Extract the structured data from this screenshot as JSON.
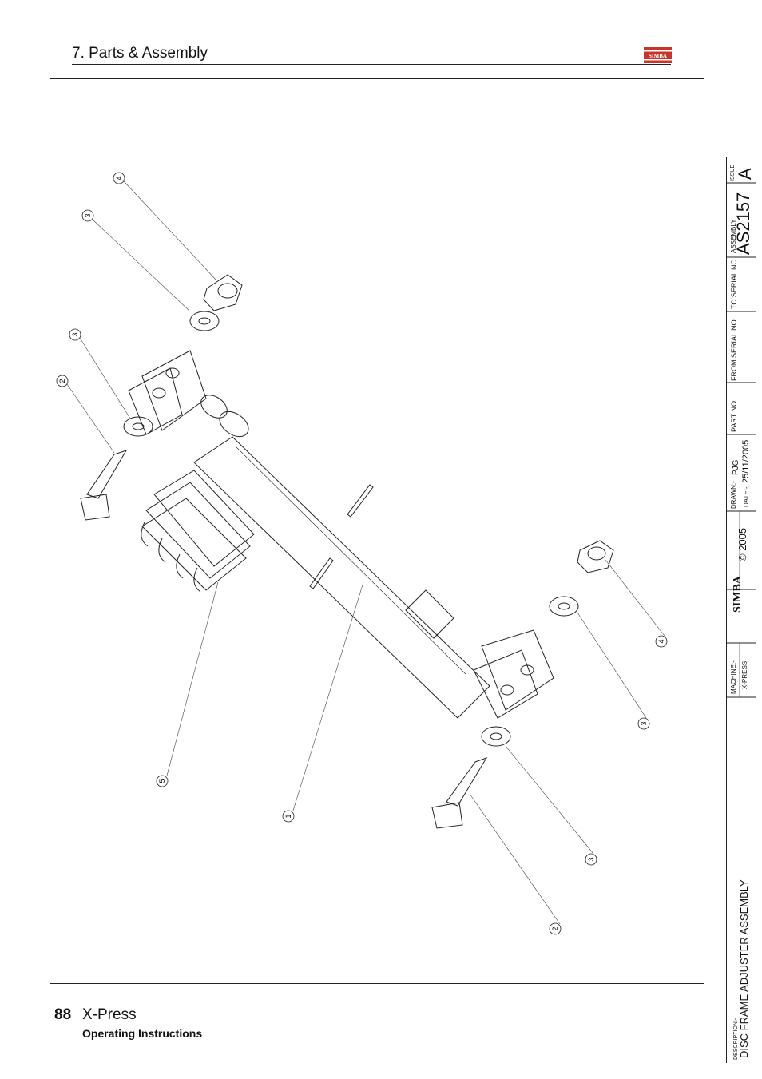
{
  "header": {
    "section_title": "7. Parts & Assembly",
    "logo_text": "SIMBA"
  },
  "title_block": {
    "issue_label": "ISSUE",
    "issue_value": "A",
    "assembly_label": "ASSEMBLY",
    "assembly_value": "AS2157",
    "to_serial_label": "TO SERIAL NO.",
    "from_serial_label": "FROM SERIAL NO.",
    "part_no_label": "PART NO.",
    "drawn_label": "DRAWN:-",
    "drawn_value": "PJG",
    "date_label": "DATE:-",
    "date_value": "25/11/2005",
    "copyright": "© 2005",
    "brand": "SIMBA",
    "machine_label": "MACHINE:-",
    "machine_value": "X-PRESS",
    "description_label": "DESCRIPTION:-",
    "description_value": "DISC FRAME ADJUSTER ASSEMBLY"
  },
  "balloons": [
    {
      "label": "4"
    },
    {
      "label": "3"
    },
    {
      "label": "3"
    },
    {
      "label": "2"
    },
    {
      "label": "5"
    },
    {
      "label": "1"
    },
    {
      "label": "4"
    },
    {
      "label": "3"
    },
    {
      "label": "3"
    },
    {
      "label": "2"
    }
  ],
  "footer": {
    "page_number": "88",
    "product": "X-Press",
    "subtitle": "Operating Instructions"
  }
}
